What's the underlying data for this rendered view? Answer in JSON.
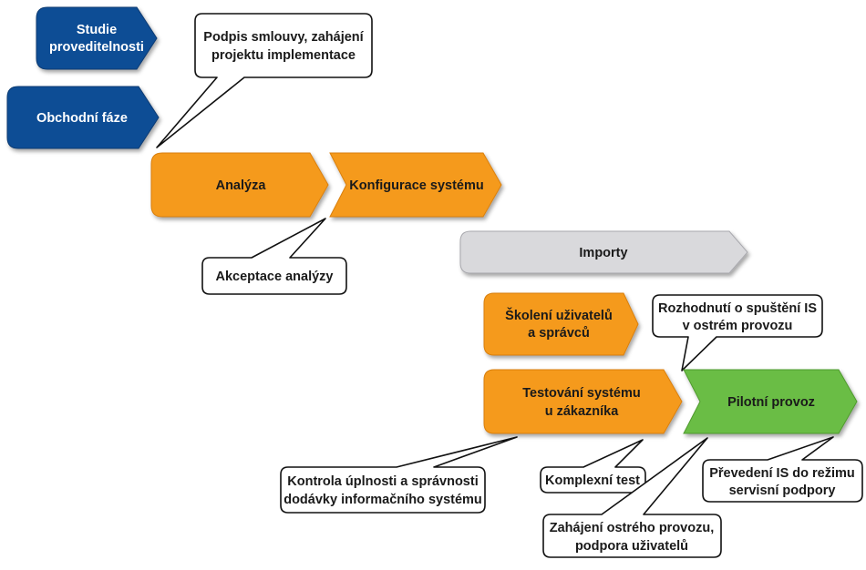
{
  "colors": {
    "blue": "#0a4d95",
    "orange": "#f59a1e",
    "gray": "#d9d9dc",
    "green": "#6bbd45",
    "callout_fill": "#ffffff",
    "callout_stroke": "#111111"
  },
  "phases": {
    "feasibility": {
      "line1": "Studie",
      "line2": "proveditelnosti"
    },
    "business": {
      "label": "Obchodní fáze"
    },
    "analysis": {
      "label": "Analýza"
    },
    "configuration": {
      "label": "Konfigurace systému"
    },
    "imports": {
      "label": "Importy"
    },
    "training": {
      "line1": "Školení uživatelů",
      "line2": "a správců"
    },
    "testing": {
      "line1": "Testování systému",
      "line2": "u zákazníka"
    },
    "pilot": {
      "label": "Pilotní provoz"
    }
  },
  "callouts": {
    "contract": {
      "line1": "Podpis smlouvy, zahájení",
      "line2": "projektu implementace"
    },
    "acceptance": {
      "label": "Akceptace analýzy"
    },
    "decision": {
      "line1": "Rozhodnutí o spuštění IS",
      "line2": "v ostrém provozu"
    },
    "completeness": {
      "line1": "Kontrola úplnosti a správnosti",
      "line2": "dodávky informačního systému"
    },
    "complex_test": {
      "label": "Komplexní test"
    },
    "handover": {
      "line1": "Převedení IS do režimu",
      "line2": "servisní podpory"
    },
    "live_start": {
      "line1": "Zahájení ostrého provozu,",
      "line2": "podpora uživatelů"
    }
  }
}
